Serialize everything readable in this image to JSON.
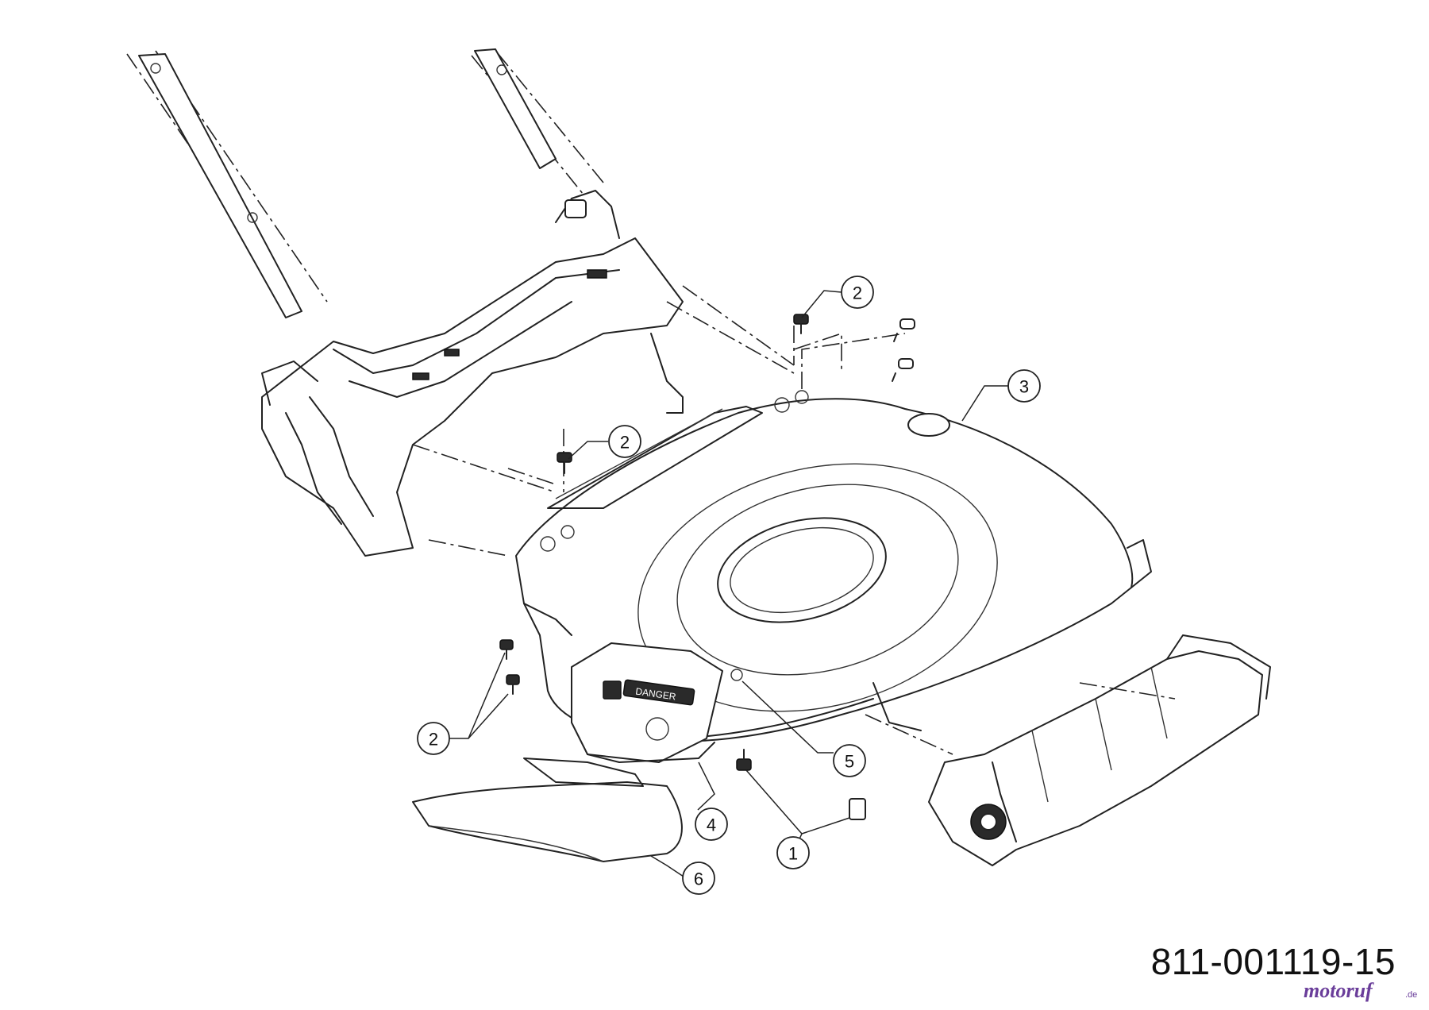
{
  "diagram": {
    "part_number": "811-001119-15",
    "callouts": [
      "1",
      "2",
      "3",
      "4",
      "5",
      "6"
    ],
    "decal": {
      "title": "DANGER"
    }
  },
  "watermark": {
    "brand": "motoruf",
    "suffix": ".de",
    "color": "#6a3d9a"
  }
}
